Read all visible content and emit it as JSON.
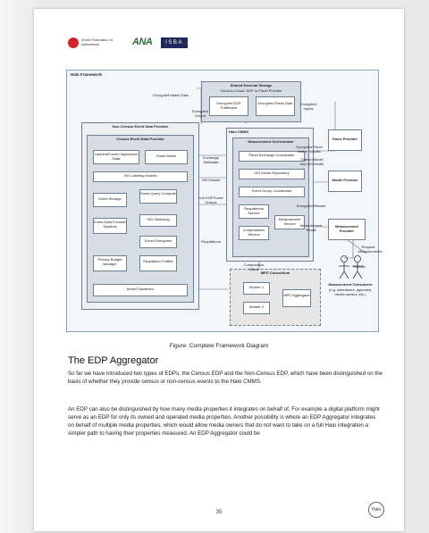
{
  "header": {
    "wfa_text": "World Federation of Advertisers",
    "ana_text": "ANA",
    "isba_text": "ISBA"
  },
  "diagram": {
    "title": "Halo Framework",
    "secure_storage": {
      "title": "Shared External Storage",
      "subtitle": "Cloud-to-Cloud: EDP or Panel Provider",
      "left": "Encrypted EDP Fulfillment",
      "right": "Encrypted Panel Data"
    },
    "edp_outer": "Non-Census Event Data Provider",
    "edp_inner": "Census Event Data Provider",
    "edp_items": [
      "Labeled/Frozen Impression Data",
      "Panel Match",
      "VID Labeling Models",
      "Event Storage",
      "Event Query Compute",
      "Event Data Provider Systems",
      "VID Sketching",
      "Event Encryption",
      "Privacy Budget Manager",
      "Requisition Fulfiller",
      "Model Distributor"
    ],
    "cmms_title": "Halo CMMS",
    "orchestrator_title": "Measurement Orchestrator",
    "orchestrator_items": [
      "Panel Exchange Coordinator",
      "VID Model Repository",
      "Event Group Coordinator",
      "Requisitions Service",
      "Computations Service",
      "Measurement Service"
    ],
    "mpc_title": "MPC Consortium",
    "mpc_items": [
      "Worker 1",
      "Worker 2",
      "MPC Aggregator"
    ],
    "panel_provider": "Panel Provider",
    "model_provider": "Model Provider",
    "measurement_provider": "Measurement Provider",
    "consumers": "Measurement Consumers",
    "consumers_sub": "(e.g. advertisers, agencies, media owners, etc.)",
    "edge_labels": [
      "Encrypted Match Data",
      "Encrypted Output",
      "Encrypted Inputs",
      "Exchange Metadata",
      "Encrypted Panel Match Results",
      "VID Models",
      "Trained Model and VID Model",
      "Get EDP Event Groups",
      "Requisitions",
      "Computation Status",
      "Measurement Result",
      "Encrypted Results",
      "Results",
      "Request Measurements"
    ]
  },
  "caption": "Figure: Complete Framework Diagram",
  "section_title": "The EDP Aggregator",
  "paragraphs": [
    "So far we have introduced two types of EDPs, the Census EDP and the Non-Census EDP, which have been distinguished on the basis of whether they provide census or non-census events to the Halo CMMS.",
    "An EDP can also be distinguished by how many media properties it integrates on behalf of. For example a digital platform might serve as an EDP for only its owned and operated media properties. Another possibility is where an EDP Aggregator integrates on behalf of multiple media properties, which would allow media owners that do not want to take on a full Halo integration a simpler path to having their properties measured. An EDP Aggregator could be"
  ],
  "page_number": "35",
  "halo_badge": "Halo"
}
